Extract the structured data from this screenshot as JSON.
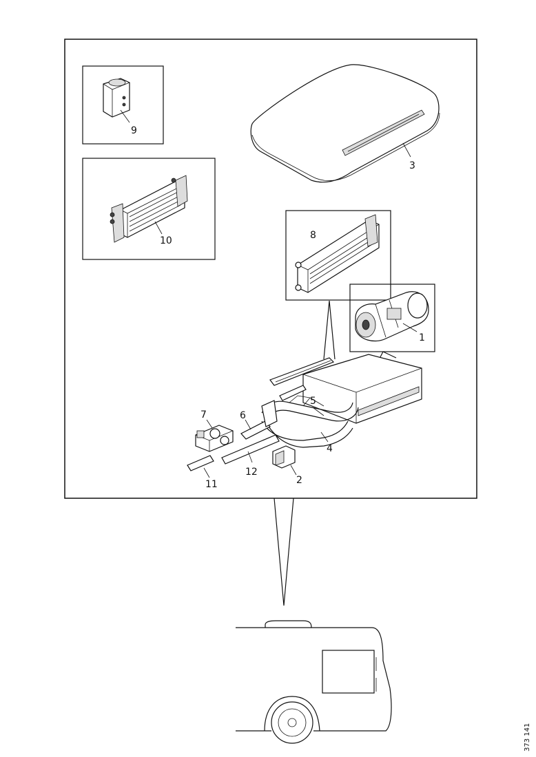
{
  "callouts": {
    "c1": "1",
    "c2": "2",
    "c3": "3",
    "c4": "4",
    "c5": "5",
    "c6": "6",
    "c7": "7",
    "c8": "8",
    "c9": "9",
    "c10": "10",
    "c11": "11",
    "c12": "12"
  },
  "reference": "373 141"
}
